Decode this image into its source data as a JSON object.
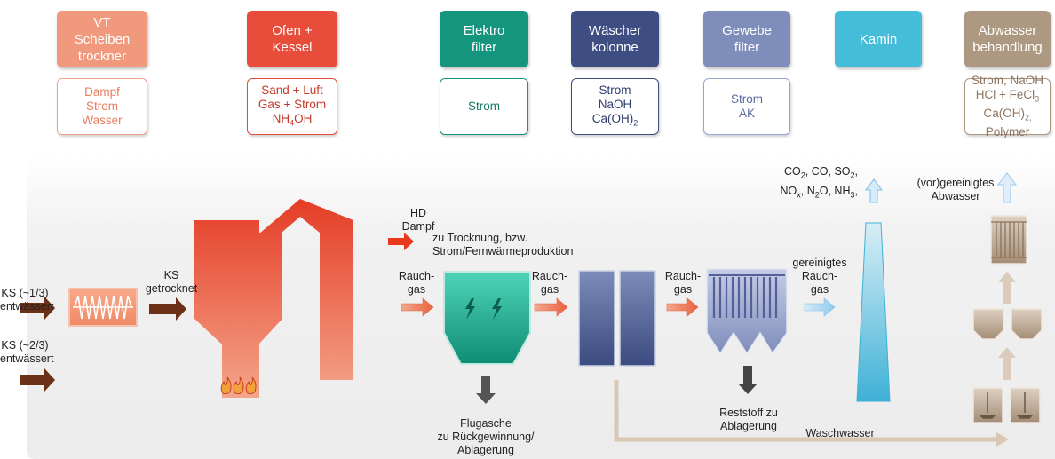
{
  "headers": [
    {
      "key": "vt",
      "label": "VT\nScheiben\ntrockner",
      "color": "#f0997c"
    },
    {
      "key": "ofen",
      "label": "Ofen +\nKessel",
      "color": "#e84c3a"
    },
    {
      "key": "elektro",
      "label": "Elektro\nfilter",
      "color": "#16957e"
    },
    {
      "key": "waescher",
      "label": "Wäscher\nkolonne",
      "color": "#3e4e82"
    },
    {
      "key": "gewebe",
      "label": "Gewebe\nfilter",
      "color": "#7f8dbb"
    },
    {
      "key": "kamin",
      "label": "Kamin",
      "color": "#45bcd8"
    },
    {
      "key": "abwasser",
      "label": "Abwasser\nbehandlung",
      "color": "#ad9881"
    }
  ],
  "inputs": {
    "vt": "Dampf\nStrom\nWasser",
    "ofen_1": "Sand + Luft\nGas + Strom\nNH",
    "ofen_sub": "4",
    "ofen_2": "OH",
    "elektro": "Strom",
    "waescher_1": "Strom\nNaOH\nCa(OH)",
    "waescher_sub": "2",
    "gewebe": "Strom\nAK",
    "abwasser_1": "Strom, NaOH\nHCl + FeCl",
    "abwasser_sub1": "3",
    "abwasser_2": "\nCa(OH)",
    "abwasser_sub2": "2,",
    "abwasser_3": "\nPolymer"
  },
  "labels": {
    "ks13": "KS (~1/3)\nentwässert",
    "ks23": "KS (~2/3)\nentwässert",
    "ks_getrocknet": "KS\ngetrocknet",
    "hd_dampf": "HD\nDampf",
    "trocknung": "zu Trocknung, bzw.\nStrom/Fernwärmeproduktion",
    "rauchgas1": "Rauch-\ngas",
    "rauchgas2": "Rauch-\ngas",
    "rauchgas3": "Rauch-\ngas",
    "gereinigt": "gereinigtes\nRauch-\ngas",
    "flugasche": "Flugasche\nzu Rückgewinnung/\nAblagerung",
    "reststoff": "Reststoff zu\nAblagerung",
    "waschwasser": "Waschwasser",
    "abwasser_out": "(vor)gereinigtes\nAbwasser",
    "emissions_1a": "CO",
    "emissions_1b": ", CO, SO",
    "emissions_1c": ",",
    "emissions_2a": "NO",
    "emissions_2b": ", N",
    "emissions_2c": "O, NH",
    "emissions_2d": ","
  }
}
